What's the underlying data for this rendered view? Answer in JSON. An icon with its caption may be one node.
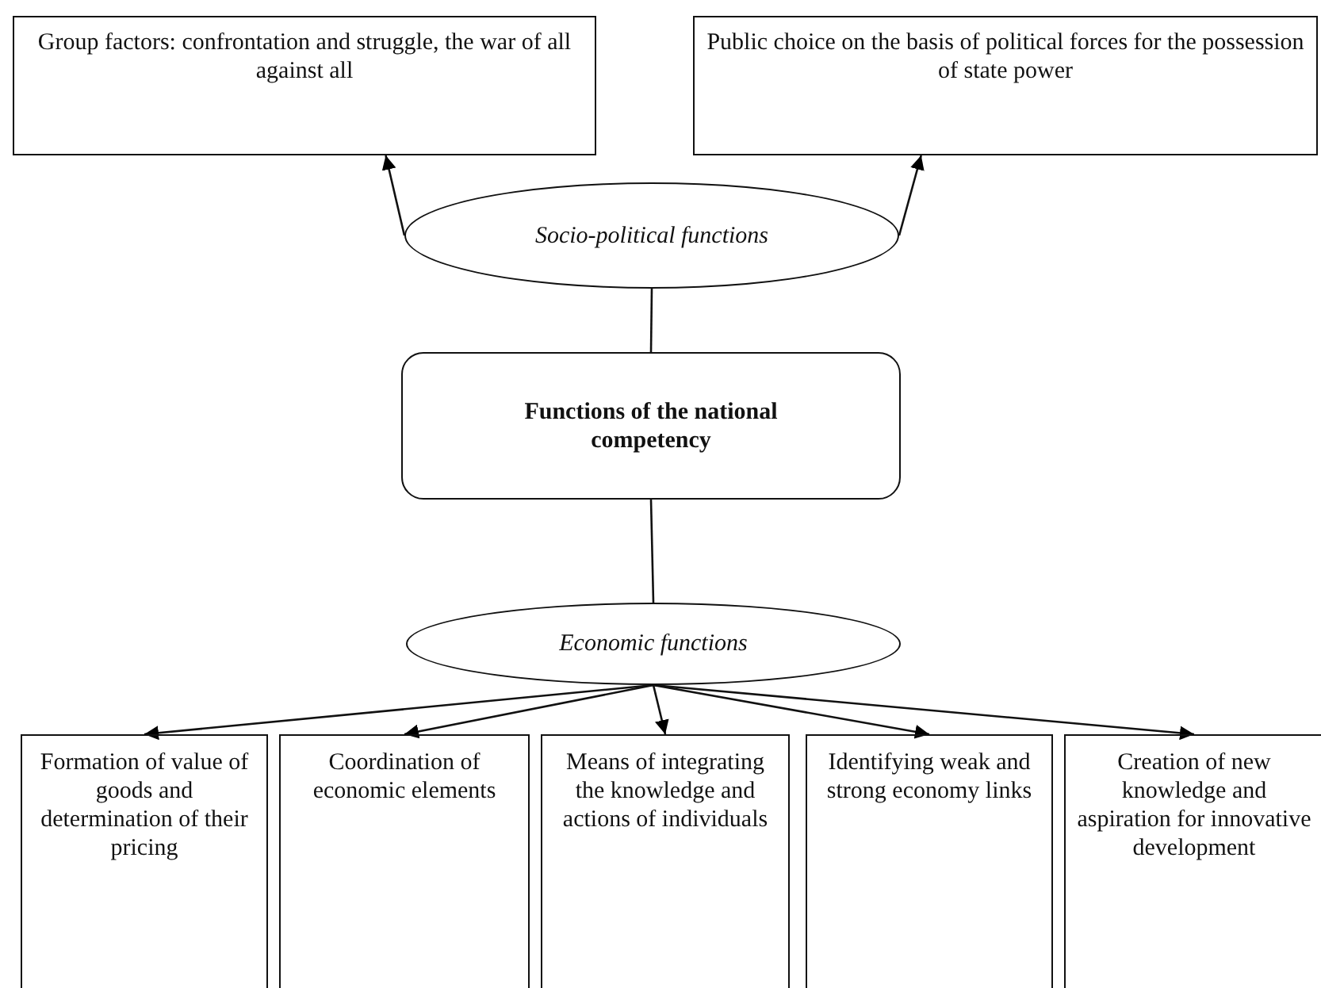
{
  "diagram": {
    "nodes": [
      {
        "text": [
          "Group factors: confrontation and struggle, the war of all against all"
        ]
      },
      {
        "text": [
          "Public choice on the basis of political forces for the possession of state power"
        ]
      },
      {
        "text": [
          "Socio-political functions"
        ]
      },
      {
        "text": [
          "Functions of the national competency"
        ]
      },
      {
        "text": [
          "Economic functions"
        ]
      },
      {
        "text": [
          "Formation of value of goods and determination of their pricing"
        ]
      },
      {
        "text": [
          "Coordination of economic elements"
        ]
      },
      {
        "text": [
          "Means of integrating the knowledge and actions of individuals"
        ]
      },
      {
        "text": [
          "Identifying weak and strong economy links"
        ]
      },
      {
        "text": [
          "Creation of new knowledge and aspiration for innovative development"
        ]
      }
    ],
    "edges": [
      {
        "from": 2,
        "to": 0,
        "arrow": "to"
      },
      {
        "from": 2,
        "to": 1,
        "arrow": "to"
      },
      {
        "from": 2,
        "to": 3,
        "arrow": "none"
      },
      {
        "from": 3,
        "to": 4,
        "arrow": "none"
      },
      {
        "from": 4,
        "to": 5,
        "arrow": "to"
      },
      {
        "from": 4,
        "to": 6,
        "arrow": "to"
      },
      {
        "from": 4,
        "to": 7,
        "arrow": "to"
      },
      {
        "from": 4,
        "to": 8,
        "arrow": "to"
      },
      {
        "from": 4,
        "to": 9,
        "arrow": "to"
      }
    ]
  }
}
